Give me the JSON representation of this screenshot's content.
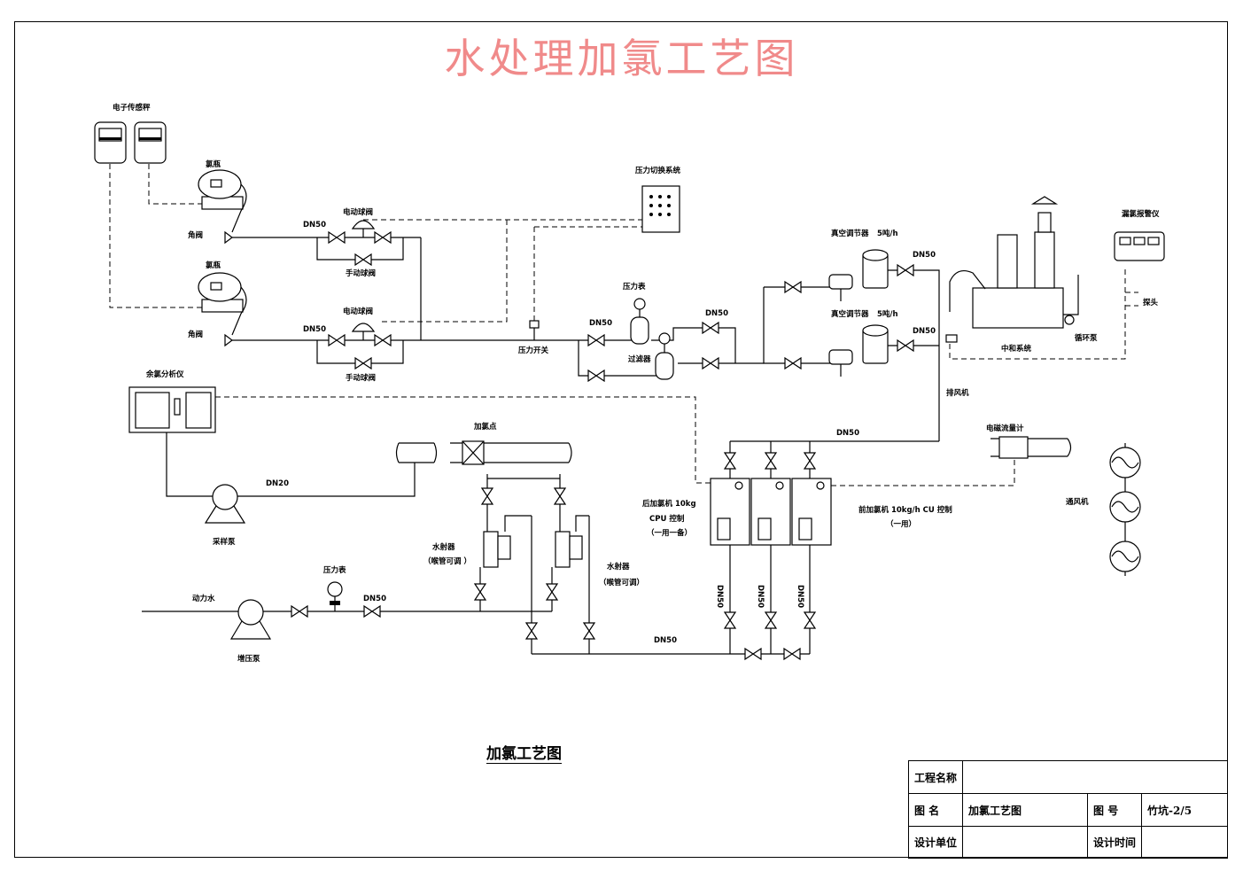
{
  "title": "水处理加氯工艺图",
  "colors": {
    "title": "#f08a8a",
    "line": "#000000",
    "background": "#ffffff"
  },
  "labels": {
    "sensor": "电子传感秤",
    "cyl1": "氯瓶",
    "cyl2": "氯瓶",
    "angle1": "角阀",
    "angle2": "角阀",
    "dn_top": "DN50",
    "dn_mid": "DN50",
    "ev1": "电动球阀",
    "ev2": "电动球阀",
    "mv1": "手动球阀",
    "mv2": "手动球阀",
    "switch_sys": "压力切换系统",
    "gauge1": "压力表",
    "pswitch": "压力开关",
    "dn_pipe1": "DN50",
    "dn_pipe2": "DN50",
    "filter": "过滤器",
    "vac1": "真空调节器",
    "vac1_rate": "5吨/h",
    "vac2": "真空调节器",
    "vac2_rate": "5吨/h",
    "dn_vac1": "DN50",
    "dn_vac2": "DN50",
    "neutral": "中和系统",
    "pump_circ": "循环泵",
    "leak": "漏氯报警仪",
    "probe": "探头",
    "fan_exhaust": "排风机",
    "residual": "余氯分析仪",
    "point": "加氯点",
    "dn20": "DN20",
    "sample_pump": "采样泵",
    "dn_header": "DN50",
    "flowmeter": "电磁流量计",
    "post_chlor": "后加氯机 10kg",
    "cpu": "CPU 控制",
    "one_one": "（一用一备）",
    "pre_chlor": "前加氯机 10kg/h CU 控制",
    "one_use": "（一用）",
    "ejector1": "水射器",
    "ejector1b": "（喉管可调  ）",
    "ejector2": "水射器",
    "ejector2b": "（喉管可调）",
    "gauge2": "压力表",
    "power_water": "动力水",
    "dn_power": "DN50",
    "dn_v1": "DN50",
    "dn_v2": "DN50",
    "dn_v3": "DN50",
    "dn_bottom": "DN50",
    "booster": "增压泵",
    "fan": "通风机"
  },
  "caption": "加氯工艺图",
  "titleblock": {
    "project_label": "工程名称",
    "project_value": "",
    "drawing_label": "图    名",
    "drawing_value": "加氯工艺图",
    "number_label": "图    号",
    "number_value": "竹坑-2/5",
    "unit_label": "设计单位",
    "unit_value": "",
    "date_label": "设计时间",
    "date_value": ""
  }
}
